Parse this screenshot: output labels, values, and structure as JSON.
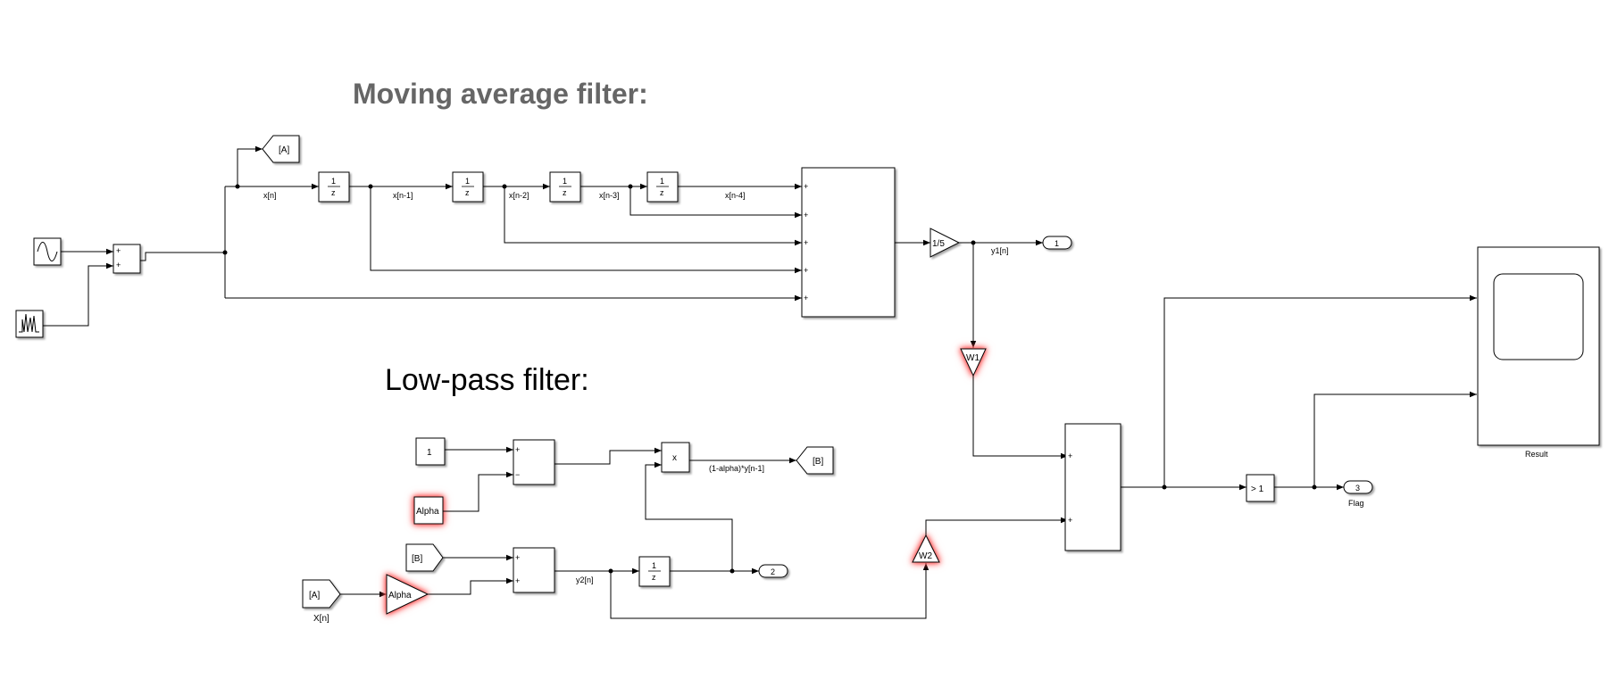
{
  "titles": {
    "moving_average": "Moving average filter:",
    "low_pass": "Low-pass filter:"
  },
  "signals": {
    "xn": "x[n]",
    "xn1": "x[n-1]",
    "xn2": "x[n-2]",
    "xn3": "x[n-3]",
    "xn4": "x[n-4]",
    "y1n": "y1[n]",
    "y2n": "y2[n]",
    "feedback": "(1-alpha)*y[n-1]",
    "input_X": "X[n]",
    "flag": "Flag"
  },
  "blocks": {
    "goto_A": "[A]",
    "goto_B": "[B]",
    "from_A": "[A]",
    "from_B": "[B]",
    "delay_num": "1",
    "delay_den": "z",
    "gain_fifth": "1/5",
    "gain_w1": "W1",
    "gain_w2": "W2",
    "const_one": "1",
    "const_alpha": "Alpha",
    "gain_alpha": "Alpha",
    "product": "x",
    "compare": "> 1",
    "scope_name": "Result",
    "out1": "1",
    "out2": "2",
    "out3": "3",
    "plus": "+",
    "minus": "−"
  }
}
